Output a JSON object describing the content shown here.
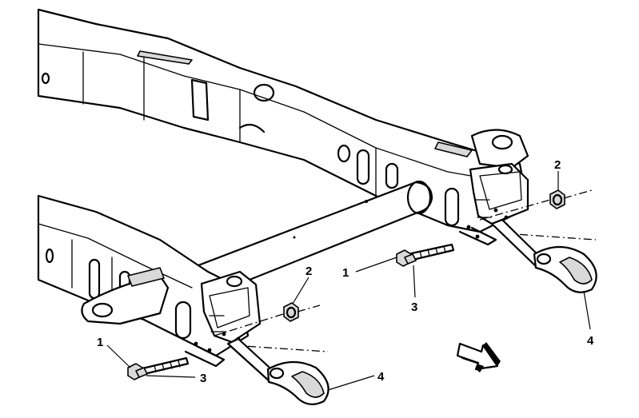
{
  "callouts": {
    "c1_left": "1",
    "c1_right": "1",
    "c2_left": "2",
    "c2_right": "2",
    "c3_left": "3",
    "c3_right": "3",
    "c4_left": "4",
    "c4_right": "4"
  },
  "colors": {
    "line": "#000000",
    "background": "#ffffff",
    "shade": "#d9d9d9"
  },
  "icons": {
    "direction": "front-direction-arrow-icon"
  }
}
